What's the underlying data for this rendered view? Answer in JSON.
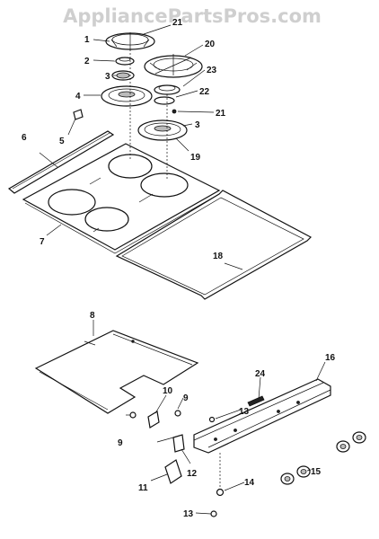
{
  "watermark": "AppliancePartsPros.com",
  "callouts": [
    {
      "id": "c1",
      "text": "1"
    },
    {
      "id": "c2",
      "text": "2"
    },
    {
      "id": "c3a",
      "text": "3"
    },
    {
      "id": "c4",
      "text": "4"
    },
    {
      "id": "c5",
      "text": "5"
    },
    {
      "id": "c6",
      "text": "6"
    },
    {
      "id": "c7",
      "text": "7"
    },
    {
      "id": "c18",
      "text": "18"
    },
    {
      "id": "c19",
      "text": "19"
    },
    {
      "id": "c20",
      "text": "20"
    },
    {
      "id": "c21a",
      "text": "21"
    },
    {
      "id": "c21b",
      "text": "21"
    },
    {
      "id": "c22",
      "text": "22"
    },
    {
      "id": "c23",
      "text": "23"
    },
    {
      "id": "c3b",
      "text": "3"
    },
    {
      "id": "c8",
      "text": "8"
    },
    {
      "id": "c9a",
      "text": "9"
    },
    {
      "id": "c9b",
      "text": "9"
    },
    {
      "id": "c10",
      "text": "10"
    },
    {
      "id": "c11",
      "text": "11"
    },
    {
      "id": "c12",
      "text": "12"
    },
    {
      "id": "c13a",
      "text": "13"
    },
    {
      "id": "c13b",
      "text": "13"
    },
    {
      "id": "c14",
      "text": "14"
    },
    {
      "id": "c15",
      "text": "15"
    },
    {
      "id": "c16",
      "text": "16"
    },
    {
      "id": "c24",
      "text": "24"
    }
  ]
}
